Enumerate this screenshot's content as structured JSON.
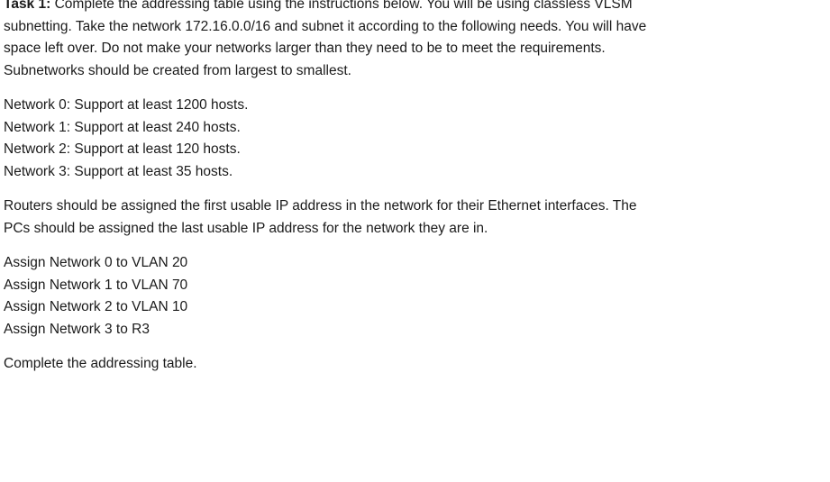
{
  "intro": {
    "task_label": "Task 1:",
    "lines": [
      " Complete the addressing table using the instructions below. You will be using classless VLSM",
      "subnetting. Take the network 172.16.0.0/16 and subnet it according to the following needs. You will have",
      "space left over. Do not make your networks larger than they need to be to meet the requirements.",
      "Subnetworks should be created from largest to smallest."
    ]
  },
  "requirements": [
    "Network 0: Support at least 1200 hosts.",
    "Network 1: Support at least 240 hosts.",
    "Network 2: Support at least 120 hosts.",
    "Network 3: Support at least 35 hosts."
  ],
  "routers_note": [
    "Routers should be assigned the first usable IP address in the network for their Ethernet interfaces. The",
    "PCs should be assigned the last usable IP address for the network they are in."
  ],
  "assignments": [
    "Assign Network 0 to VLAN 20",
    "Assign Network 1 to VLAN 70",
    "Assign Network 2 to VLAN 10",
    "Assign Network 3 to R3"
  ],
  "closing": "Complete the addressing table."
}
